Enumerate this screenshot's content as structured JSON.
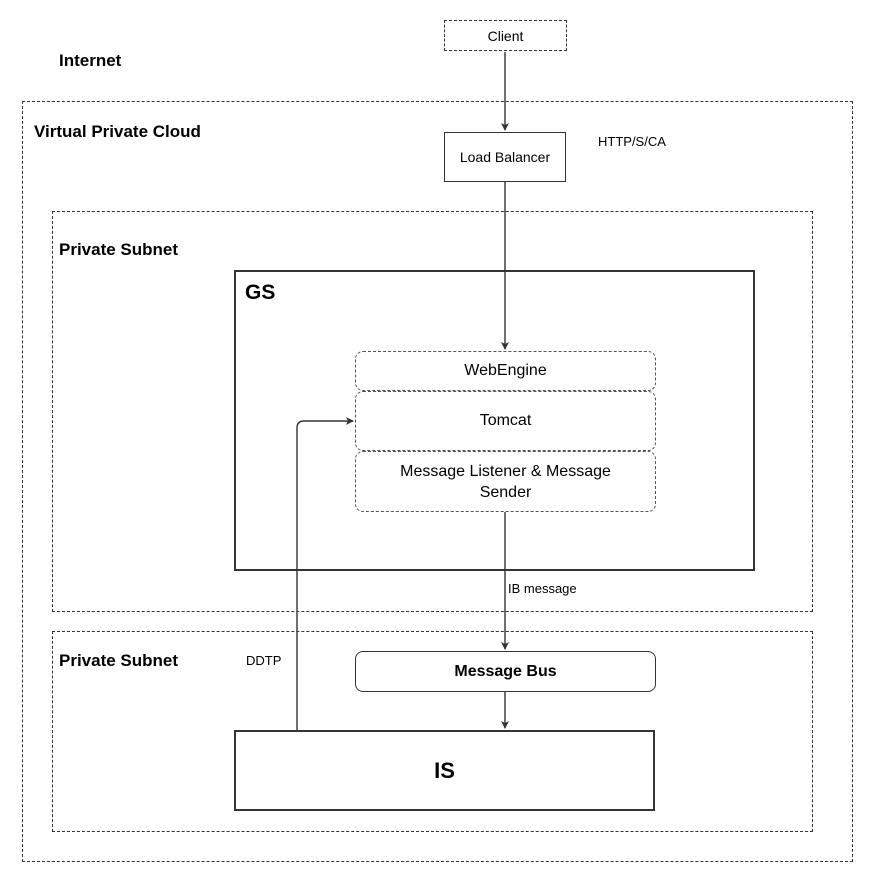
{
  "zones": {
    "internet": "Internet",
    "vpc": "Virtual Private Cloud",
    "private_subnet_1": "Private Subnet",
    "private_subnet_2": "Private Subnet"
  },
  "nodes": {
    "client": "Client",
    "load_balancer": "Load Balancer",
    "gs": "GS",
    "web_engine": "WebEngine",
    "tomcat": "Tomcat",
    "message_listener": "Message Listener & Message Sender",
    "message_bus": "Message Bus",
    "is": "IS"
  },
  "edge_labels": {
    "http": "HTTP/S/CA",
    "ib_message": "IB message",
    "ddtp": "DDTP"
  }
}
